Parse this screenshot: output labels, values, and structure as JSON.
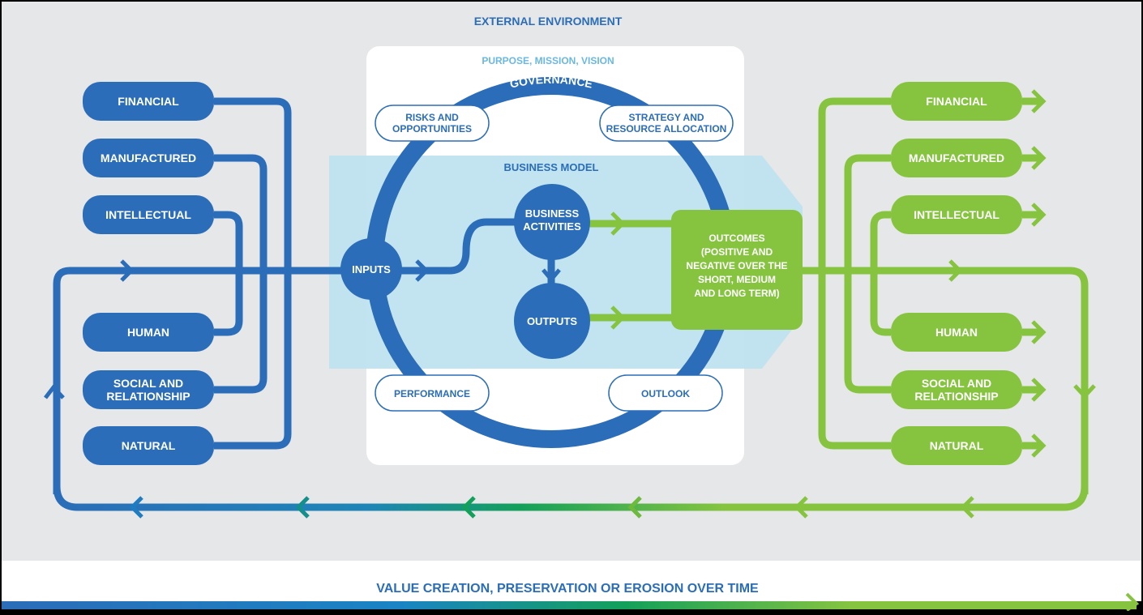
{
  "title": "EXTERNAL ENVIRONMENT",
  "purpose": "PURPOSE, MISSION, VISION",
  "governance": "GOVERNANCE",
  "business_model": "BUSINESS MODEL",
  "footer": "VALUE CREATION, PRESERVATION OR EROSION OVER TIME",
  "colors": {
    "blue": "#2b6db8",
    "green": "#86c440",
    "light_blue": "#bfe3f0",
    "background": "#e6e7e8",
    "accent_text": "#6ab8e0"
  },
  "inputs": [
    {
      "lines": [
        "FINANCIAL"
      ]
    },
    {
      "lines": [
        "MANUFACTURED"
      ]
    },
    {
      "lines": [
        "INTELLECTUAL"
      ]
    },
    {
      "lines": [
        "HUMAN"
      ]
    },
    {
      "lines": [
        "SOCIAL AND",
        "RELATIONSHIP"
      ]
    },
    {
      "lines": [
        "NATURAL"
      ]
    }
  ],
  "outputs": [
    {
      "lines": [
        "FINANCIAL"
      ]
    },
    {
      "lines": [
        "MANUFACTURED"
      ]
    },
    {
      "lines": [
        "INTELLECTUAL"
      ]
    },
    {
      "lines": [
        "HUMAN"
      ]
    },
    {
      "lines": [
        "SOCIAL AND",
        "RELATIONSHIP"
      ]
    },
    {
      "lines": [
        "NATURAL"
      ]
    }
  ],
  "ring_labels": {
    "risks": [
      "RISKS AND",
      "OPPORTUNITIES"
    ],
    "strategy": [
      "STRATEGY AND",
      "RESOURCE ALLOCATION"
    ],
    "performance": [
      "PERFORMANCE"
    ],
    "outlook": [
      "OUTLOOK"
    ]
  },
  "nodes": {
    "inputs": [
      "INPUTS"
    ],
    "business_activities": [
      "BUSINESS",
      "ACTIVITIES"
    ],
    "outputs": [
      "OUTPUTS"
    ],
    "outcomes": [
      "OUTCOMES",
      "(POSITIVE AND",
      "NEGATIVE OVER THE",
      "SHORT, MEDIUM",
      "AND LONG TERM)"
    ]
  }
}
